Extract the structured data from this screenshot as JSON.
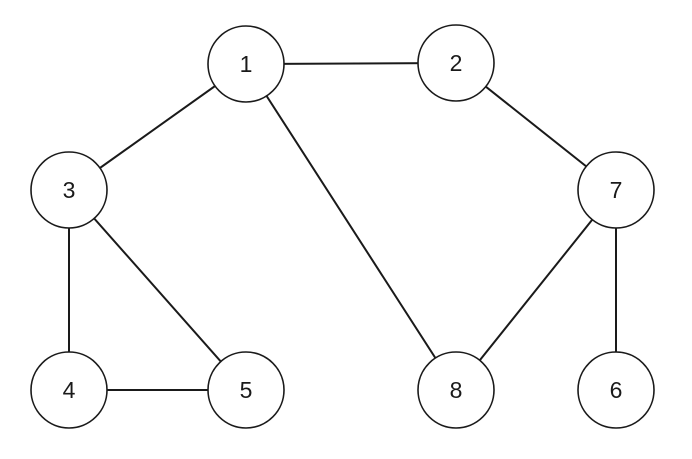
{
  "graph": {
    "nodes": [
      {
        "id": "1",
        "label": "1"
      },
      {
        "id": "2",
        "label": "2"
      },
      {
        "id": "3",
        "label": "3"
      },
      {
        "id": "7",
        "label": "7"
      },
      {
        "id": "4",
        "label": "4"
      },
      {
        "id": "5",
        "label": "5"
      },
      {
        "id": "8",
        "label": "8"
      },
      {
        "id": "6",
        "label": "6"
      }
    ],
    "edges": [
      {
        "from": "1",
        "to": "2"
      },
      {
        "from": "1",
        "to": "3"
      },
      {
        "from": "1",
        "to": "8"
      },
      {
        "from": "2",
        "to": "7"
      },
      {
        "from": "3",
        "to": "4"
      },
      {
        "from": "3",
        "to": "5"
      },
      {
        "from": "4",
        "to": "5"
      },
      {
        "from": "7",
        "to": "8"
      },
      {
        "from": "7",
        "to": "6"
      }
    ]
  }
}
